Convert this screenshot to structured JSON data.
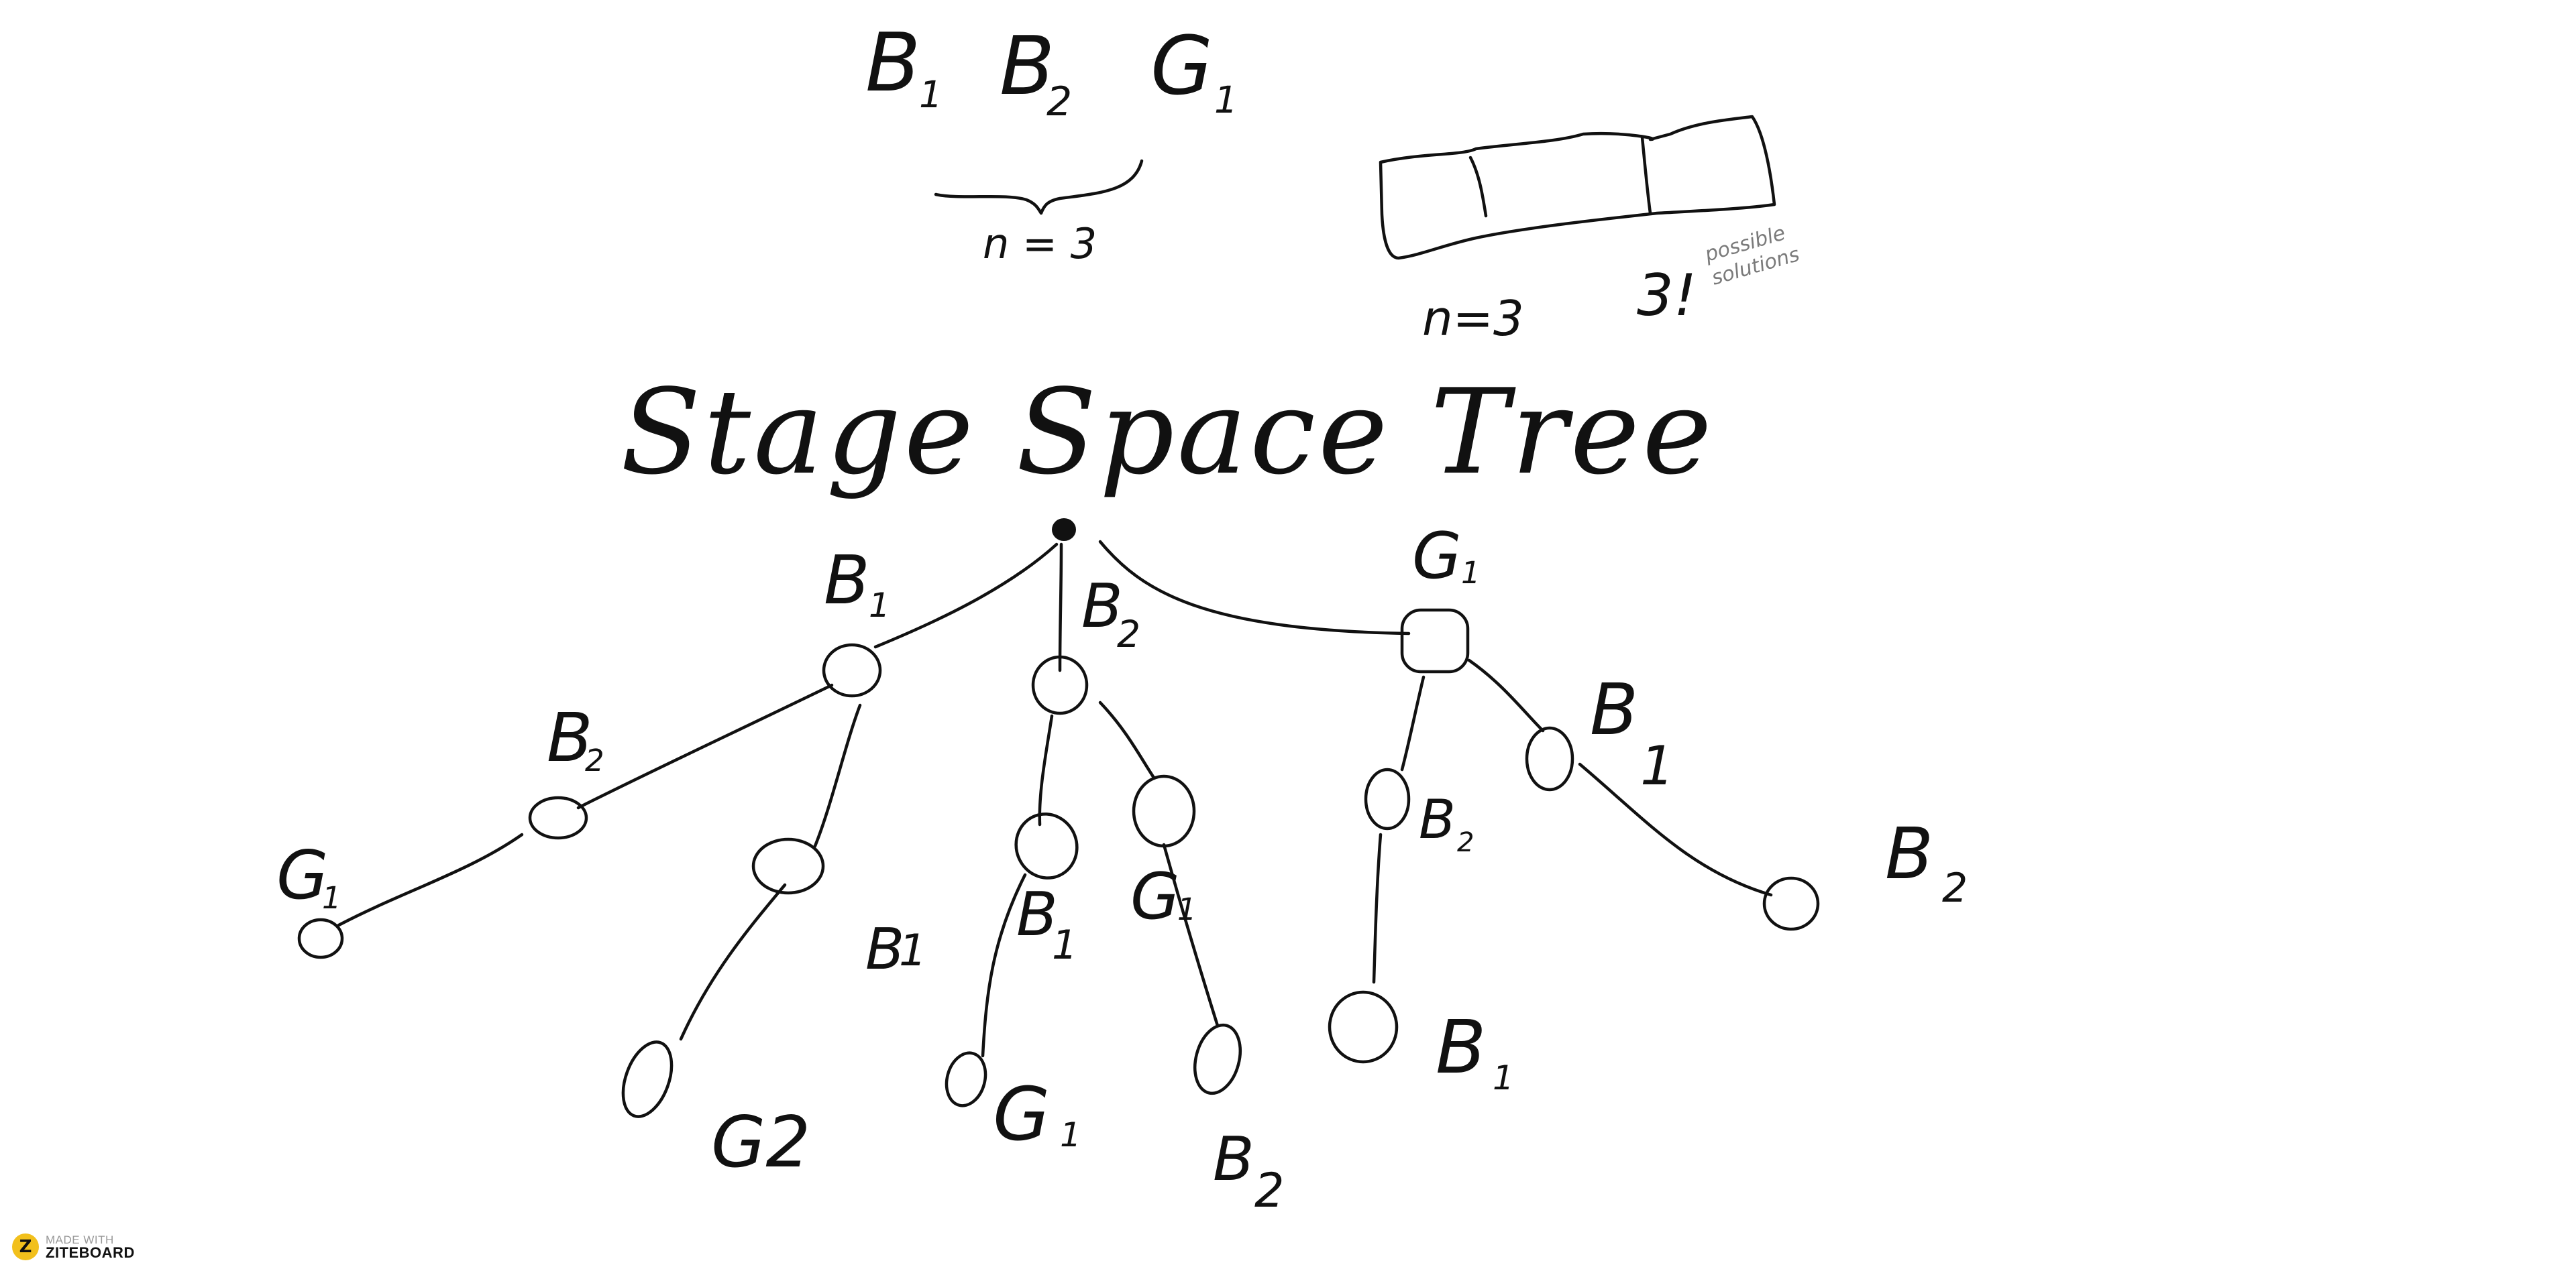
{
  "app": {
    "brand_top": "MADE WITH",
    "brand_bottom": "ZITEBOARD",
    "brand_logo": "Z",
    "accent_color": "#f2c01c"
  },
  "top_items": {
    "b1": "B",
    "b1_sub": "1",
    "b2": "B",
    "b2_sub": "2",
    "g1": "G",
    "g1_sub": "1",
    "n_label": "n = 3"
  },
  "bar": {
    "n_label": "n=3",
    "factorial": "3!",
    "note_line1": "possible",
    "note_line2": "solutions"
  },
  "title": "Stage Space Tree",
  "tree": {
    "level1": {
      "left": {
        "letter": "B",
        "sub": "1"
      },
      "middle": {
        "letter": "B",
        "sub": "2"
      },
      "right": {
        "letter": "G",
        "sub": "1"
      }
    },
    "level2": {
      "l_left": {
        "letter": "B",
        "sub": "2"
      },
      "l_right": {
        "letter": "B",
        "sub": "1"
      },
      "m_left": {
        "letter": "B",
        "sub": "1"
      },
      "m_right": {
        "letter": "G",
        "sub": "1"
      },
      "r_left": {
        "letter": "B",
        "sub": "2"
      },
      "r_right": {
        "letter": "B",
        "sub": "1"
      }
    },
    "level3": {
      "l_left": {
        "letter": "G",
        "sub": "1"
      },
      "l_right": {
        "letter": "G2",
        "sub": ""
      },
      "m_left": {
        "letter": "G",
        "sub": "1"
      },
      "m_right": {
        "letter": "B",
        "sub": "2"
      },
      "r_left": {
        "letter": "B",
        "sub": "1"
      },
      "r_right": {
        "letter": "B",
        "sub": "2"
      }
    }
  }
}
